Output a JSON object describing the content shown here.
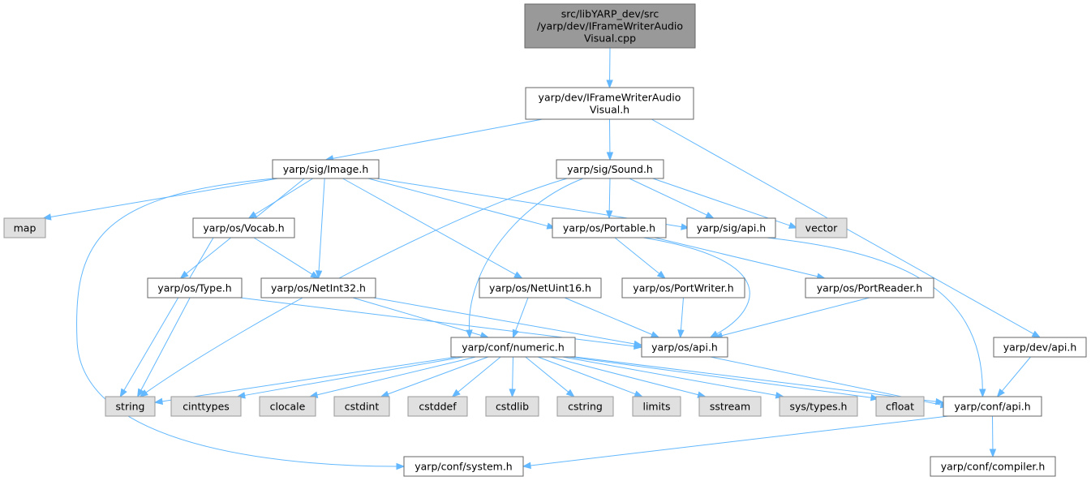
{
  "graph": {
    "nodes": [
      {
        "id": "root",
        "lines": [
          "src/libYARP_dev/src",
          "/yarp/dev/IFrameWriterAudio",
          "Visual.cpp"
        ],
        "style": "root"
      },
      {
        "id": "ifwav",
        "lines": [
          "yarp/dev/IFrameWriterAudio",
          "Visual.h"
        ],
        "style": "white"
      },
      {
        "id": "sig_image",
        "lines": [
          "yarp/sig/Image.h"
        ],
        "style": "white"
      },
      {
        "id": "sig_sound",
        "lines": [
          "yarp/sig/Sound.h"
        ],
        "style": "white"
      },
      {
        "id": "map",
        "lines": [
          "map"
        ],
        "style": "grey"
      },
      {
        "id": "os_vocab",
        "lines": [
          "yarp/os/Vocab.h"
        ],
        "style": "white"
      },
      {
        "id": "os_portable",
        "lines": [
          "yarp/os/Portable.h"
        ],
        "style": "white"
      },
      {
        "id": "sig_api",
        "lines": [
          "yarp/sig/api.h"
        ],
        "style": "white"
      },
      {
        "id": "vector",
        "lines": [
          "vector"
        ],
        "style": "grey"
      },
      {
        "id": "os_type",
        "lines": [
          "yarp/os/Type.h"
        ],
        "style": "white"
      },
      {
        "id": "os_netint32",
        "lines": [
          "yarp/os/NetInt32.h"
        ],
        "style": "white"
      },
      {
        "id": "os_netuint16",
        "lines": [
          "yarp/os/NetUint16.h"
        ],
        "style": "white"
      },
      {
        "id": "os_portwriter",
        "lines": [
          "yarp/os/PortWriter.h"
        ],
        "style": "white"
      },
      {
        "id": "os_portreader",
        "lines": [
          "yarp/os/PortReader.h"
        ],
        "style": "white"
      },
      {
        "id": "conf_numeric",
        "lines": [
          "yarp/conf/numeric.h"
        ],
        "style": "white"
      },
      {
        "id": "os_api",
        "lines": [
          "yarp/os/api.h"
        ],
        "style": "white"
      },
      {
        "id": "dev_api",
        "lines": [
          "yarp/dev/api.h"
        ],
        "style": "white"
      },
      {
        "id": "string",
        "lines": [
          "string"
        ],
        "style": "grey"
      },
      {
        "id": "cinttypes",
        "lines": [
          "cinttypes"
        ],
        "style": "grey"
      },
      {
        "id": "clocale",
        "lines": [
          "clocale"
        ],
        "style": "grey"
      },
      {
        "id": "cstdint",
        "lines": [
          "cstdint"
        ],
        "style": "grey"
      },
      {
        "id": "cstddef",
        "lines": [
          "cstddef"
        ],
        "style": "grey"
      },
      {
        "id": "cstdlib",
        "lines": [
          "cstdlib"
        ],
        "style": "grey"
      },
      {
        "id": "cstring",
        "lines": [
          "cstring"
        ],
        "style": "grey"
      },
      {
        "id": "limits",
        "lines": [
          "limits"
        ],
        "style": "grey"
      },
      {
        "id": "sstream",
        "lines": [
          "sstream"
        ],
        "style": "grey"
      },
      {
        "id": "sys_types",
        "lines": [
          "sys/types.h"
        ],
        "style": "grey"
      },
      {
        "id": "cfloat",
        "lines": [
          "cfloat"
        ],
        "style": "grey"
      },
      {
        "id": "conf_api",
        "lines": [
          "yarp/conf/api.h"
        ],
        "style": "white"
      },
      {
        "id": "conf_system",
        "lines": [
          "yarp/conf/system.h"
        ],
        "style": "white"
      },
      {
        "id": "conf_compiler",
        "lines": [
          "yarp/conf/compiler.h"
        ],
        "style": "white"
      }
    ],
    "edges": [
      [
        "root",
        "ifwav"
      ],
      [
        "ifwav",
        "sig_image"
      ],
      [
        "ifwav",
        "sig_sound"
      ],
      [
        "ifwav",
        "dev_api"
      ],
      [
        "sig_image",
        "map"
      ],
      [
        "sig_image",
        "os_vocab"
      ],
      [
        "sig_image",
        "os_portable"
      ],
      [
        "sig_image",
        "sig_api"
      ],
      [
        "sig_image",
        "os_type"
      ],
      [
        "sig_image",
        "os_netint32"
      ],
      [
        "sig_image",
        "os_netuint16"
      ],
      [
        "sig_image",
        "conf_system"
      ],
      [
        "sig_sound",
        "os_portable"
      ],
      [
        "sig_sound",
        "sig_api"
      ],
      [
        "sig_sound",
        "vector"
      ],
      [
        "sig_sound",
        "conf_numeric"
      ],
      [
        "sig_sound",
        "string"
      ],
      [
        "os_vocab",
        "os_netint32"
      ],
      [
        "os_vocab",
        "string"
      ],
      [
        "os_type",
        "string"
      ],
      [
        "os_type",
        "os_api"
      ],
      [
        "os_netint32",
        "conf_numeric"
      ],
      [
        "os_netint32",
        "os_api"
      ],
      [
        "os_netuint16",
        "conf_numeric"
      ],
      [
        "os_netuint16",
        "os_api"
      ],
      [
        "os_portable",
        "os_portwriter"
      ],
      [
        "os_portable",
        "os_portreader"
      ],
      [
        "os_portable",
        "os_api"
      ],
      [
        "os_portwriter",
        "os_api"
      ],
      [
        "os_portreader",
        "os_api"
      ],
      [
        "sig_api",
        "conf_api"
      ],
      [
        "os_api",
        "conf_api"
      ],
      [
        "dev_api",
        "conf_api"
      ],
      [
        "conf_numeric",
        "string"
      ],
      [
        "conf_numeric",
        "cinttypes"
      ],
      [
        "conf_numeric",
        "clocale"
      ],
      [
        "conf_numeric",
        "cstdint"
      ],
      [
        "conf_numeric",
        "cstddef"
      ],
      [
        "conf_numeric",
        "cstdlib"
      ],
      [
        "conf_numeric",
        "cstring"
      ],
      [
        "conf_numeric",
        "limits"
      ],
      [
        "conf_numeric",
        "sstream"
      ],
      [
        "conf_numeric",
        "sys_types"
      ],
      [
        "conf_numeric",
        "cfloat"
      ],
      [
        "conf_numeric",
        "conf_api"
      ],
      [
        "conf_api",
        "conf_system"
      ],
      [
        "conf_api",
        "conf_compiler"
      ]
    ]
  },
  "colors": {
    "root_fill": "#999999",
    "node_fill": "#ffffff",
    "system_fill": "#e0e0e0",
    "edge": "#63b8ff"
  }
}
